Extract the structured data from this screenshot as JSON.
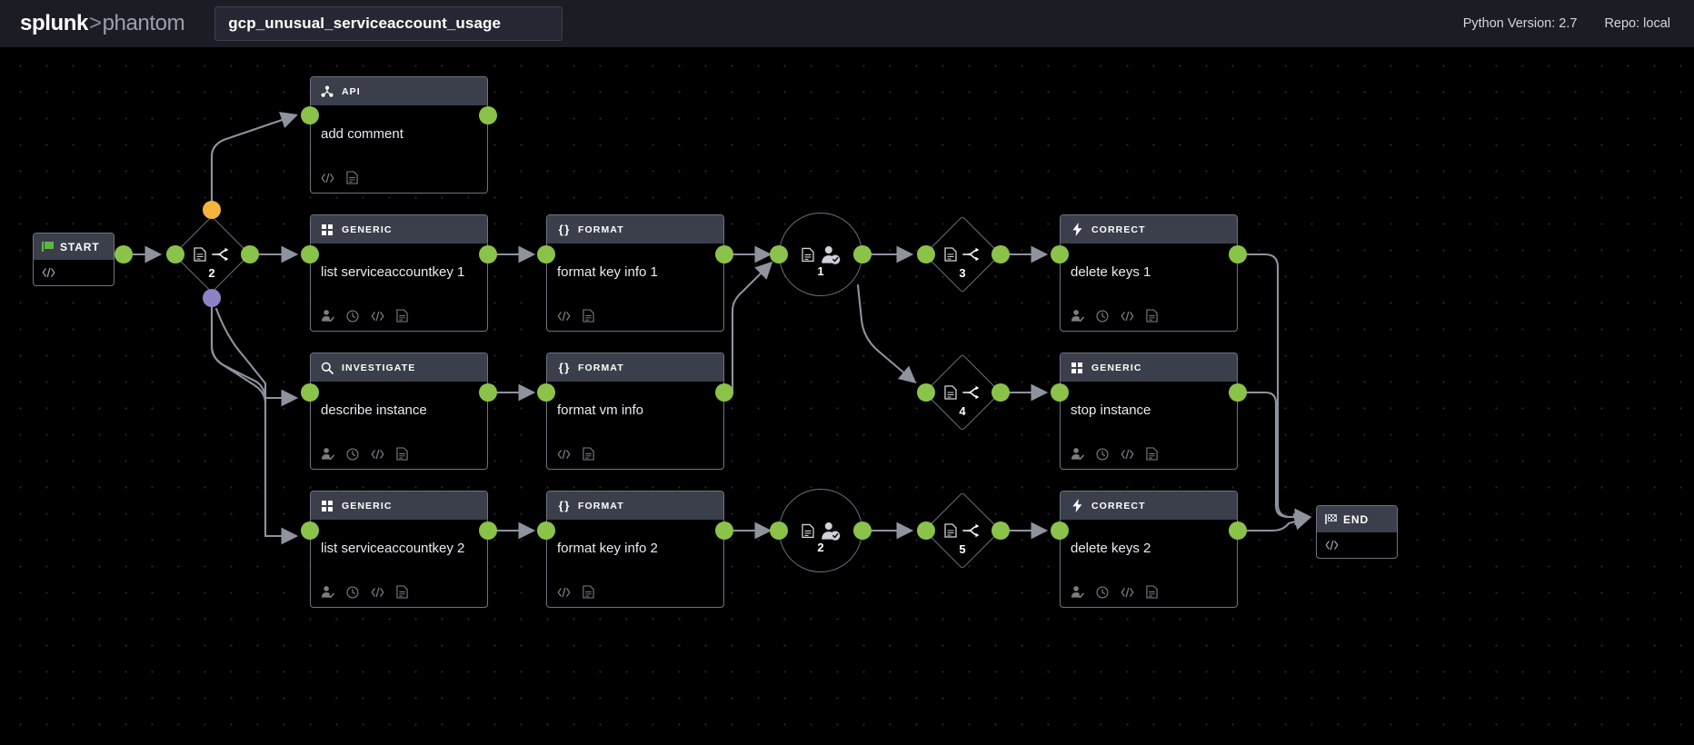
{
  "header": {
    "brand_splunk": "splunk",
    "brand_sep": ">",
    "brand_phantom": "phantom",
    "playbook_name": "gcp_unusual_serviceaccount_usage",
    "python_version": "Python Version: 2.7",
    "repo": "Repo: local"
  },
  "canvas": {
    "background": "#000000",
    "grid_dot_color": "#2a2a2e",
    "edge_color": "#8f939e"
  },
  "colors": {
    "port_green": "#8bc34a",
    "port_orange": "#f5b43c",
    "port_purple": "#8b83c4",
    "card_header": "#3b3f4c",
    "card_border": "#6f737f",
    "header_bar": "#1b1c24",
    "name_field": "#252832"
  },
  "terminals": [
    {
      "id": "start",
      "label": "START",
      "flag_icon": "green-flag-icon",
      "body_icon": "code-icon"
    },
    {
      "id": "end",
      "label": "END",
      "flag_icon": "checkered-flag-icon",
      "body_icon": "code-icon"
    }
  ],
  "nodes": [
    {
      "id": "add-comment",
      "type": "API",
      "type_icon": "share-nodes-icon",
      "title": "add comment",
      "footer_icons": [
        "code-icon",
        "note-icon"
      ]
    },
    {
      "id": "list-serviceaccountkey-1",
      "type": "GENERIC",
      "type_icon": "grid-squares-icon",
      "title": "list serviceaccountkey 1",
      "footer_icons": [
        "user-approve-icon",
        "clock-icon",
        "code-icon",
        "note-icon"
      ]
    },
    {
      "id": "format-key-info-1",
      "type": "FORMAT",
      "type_icon": "curly-braces-icon",
      "title": "format key info 1",
      "footer_icons": [
        "code-icon",
        "note-icon"
      ]
    },
    {
      "id": "delete-keys-1",
      "type": "CORRECT",
      "type_icon": "bolt-icon",
      "title": "delete keys 1",
      "footer_icons": [
        "user-approve-icon",
        "clock-icon",
        "code-icon",
        "note-icon"
      ]
    },
    {
      "id": "describe-instance",
      "type": "INVESTIGATE",
      "type_icon": "magnifier-icon",
      "title": "describe instance",
      "footer_icons": [
        "user-approve-icon",
        "clock-icon",
        "code-icon",
        "note-icon"
      ]
    },
    {
      "id": "format-vm-info",
      "type": "FORMAT",
      "type_icon": "curly-braces-icon",
      "title": "format vm info",
      "footer_icons": [
        "code-icon",
        "note-icon"
      ]
    },
    {
      "id": "stop-instance",
      "type": "GENERIC",
      "type_icon": "grid-squares-icon",
      "title": "stop instance",
      "footer_icons": [
        "user-approve-icon",
        "clock-icon",
        "code-icon",
        "note-icon"
      ]
    },
    {
      "id": "list-serviceaccountkey-2",
      "type": "GENERIC",
      "type_icon": "grid-squares-icon",
      "title": "list serviceaccountkey 2",
      "footer_icons": [
        "user-approve-icon",
        "clock-icon",
        "code-icon",
        "note-icon"
      ]
    },
    {
      "id": "format-key-info-2",
      "type": "FORMAT",
      "type_icon": "curly-braces-icon",
      "title": "format key info 2",
      "footer_icons": [
        "code-icon",
        "note-icon"
      ]
    },
    {
      "id": "delete-keys-2",
      "type": "CORRECT",
      "type_icon": "bolt-icon",
      "title": "delete keys 2",
      "footer_icons": [
        "user-approve-icon",
        "clock-icon",
        "code-icon",
        "note-icon"
      ]
    }
  ],
  "decisions": [
    {
      "id": "decision-2",
      "number": "2"
    },
    {
      "id": "decision-3",
      "number": "3"
    },
    {
      "id": "decision-4",
      "number": "4"
    },
    {
      "id": "decision-5",
      "number": "5"
    }
  ],
  "prompts": [
    {
      "id": "prompt-1",
      "number": "1"
    },
    {
      "id": "prompt-2",
      "number": "2"
    }
  ]
}
